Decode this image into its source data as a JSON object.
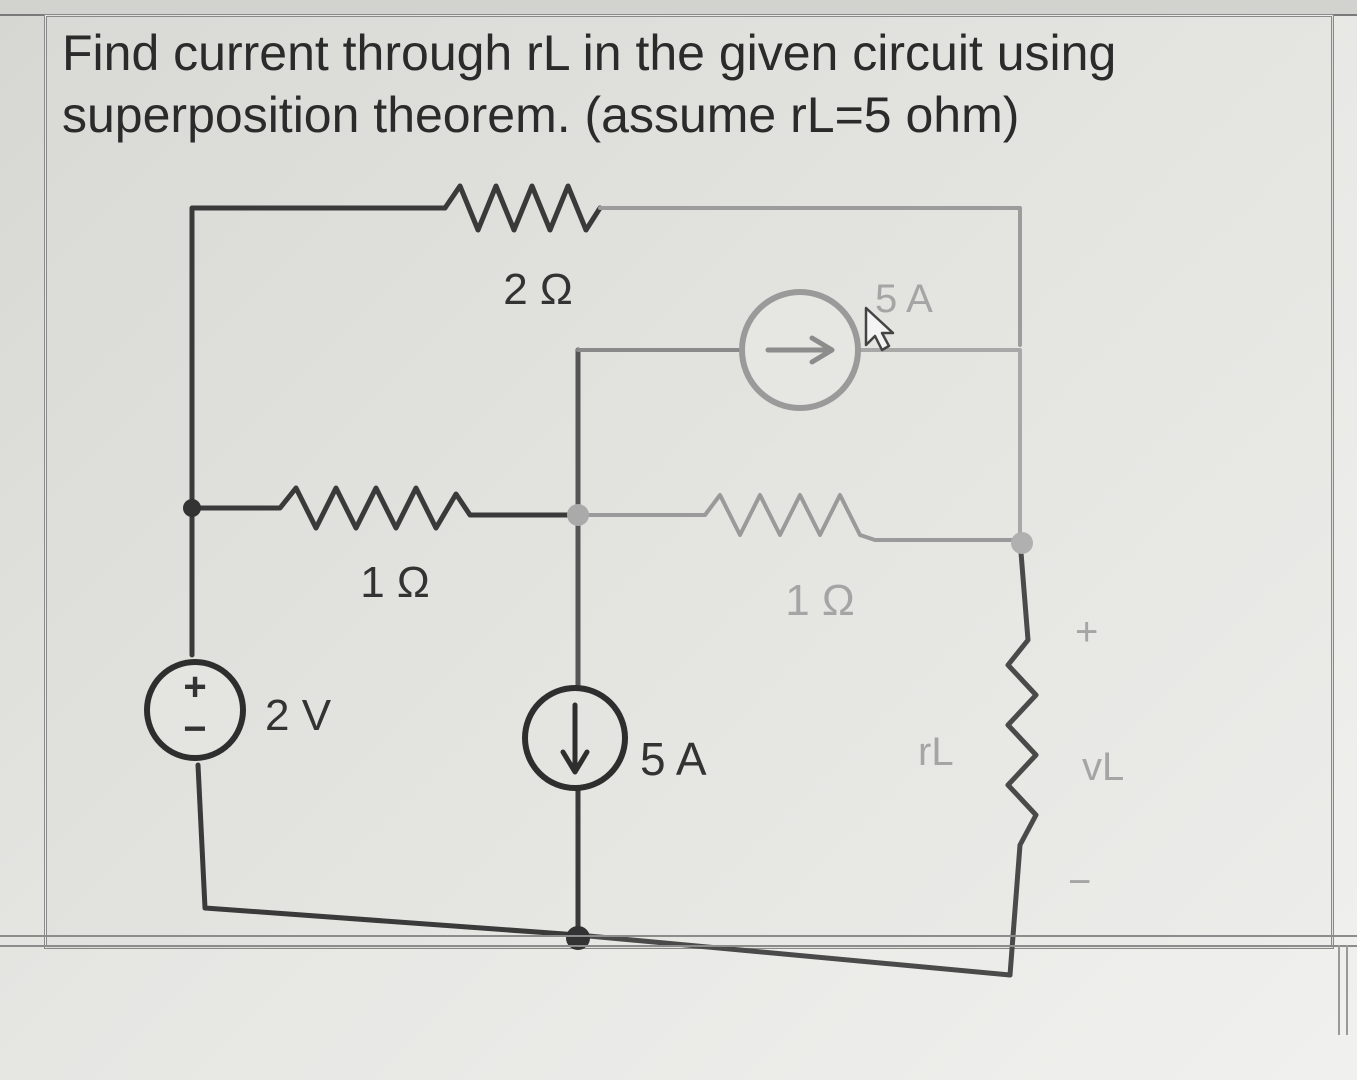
{
  "question": {
    "line1": "Find current through rL in the given circuit using",
    "line2": "superposition theorem. (assume rL=5 ohm)"
  },
  "circuit": {
    "resistor_top_label": "2 Ω",
    "resistor_left_label": "1 Ω",
    "resistor_right_label": "1 Ω",
    "voltage_source_label": "2 V",
    "voltage_source_plus": "+",
    "voltage_source_minus": "−",
    "current_source_bottom_label": "5 A",
    "current_source_top_label": "5 A",
    "load_label": "rL",
    "load_voltage_label": "vL",
    "load_plus": "+",
    "load_minus": "−"
  },
  "icons": {
    "cursor": "mouse-pointer-icon"
  },
  "colors": {
    "ink": "#2b2b2b",
    "faint_ink": "#a5a5a5",
    "background": "#e4e4e0"
  }
}
